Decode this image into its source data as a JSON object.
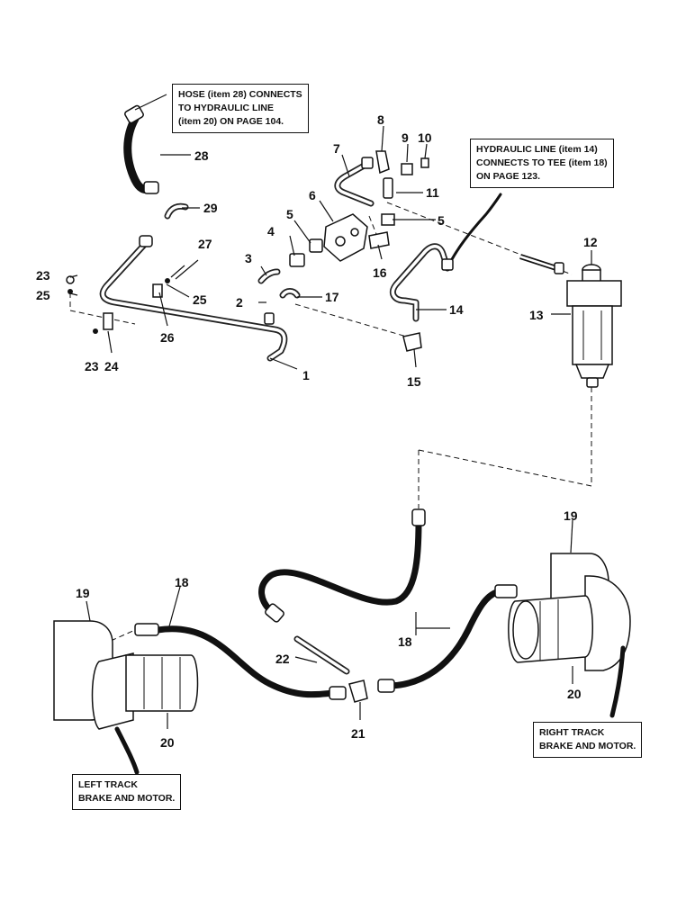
{
  "callouts": {
    "hose_28": [
      "HOSE (item 28) CONNECTS",
      "TO HYDRAULIC LINE",
      "(item 20) ON PAGE 104."
    ],
    "line_14": [
      "HYDRAULIC LINE (item 14)",
      "CONNECTS TO TEE (item 18)",
      "ON PAGE 123."
    ],
    "right_track": [
      "RIGHT TRACK",
      "BRAKE AND MOTOR."
    ],
    "left_track": [
      "LEFT TRACK",
      "BRAKE AND MOTOR."
    ]
  },
  "item_numbers": {
    "n1": "1",
    "n2": "2",
    "n3": "3",
    "n4": "4",
    "n5a": "5",
    "n5b": "5",
    "n6": "6",
    "n7": "7",
    "n8": "8",
    "n9": "9",
    "n10": "10",
    "n11": "11",
    "n12": "12",
    "n13": "13",
    "n14": "14",
    "n15": "15",
    "n16": "16",
    "n17": "17",
    "n18a": "18",
    "n18b": "18",
    "n19a": "19",
    "n19b": "19",
    "n20a": "20",
    "n20b": "20",
    "n21": "21",
    "n22": "22",
    "n23a": "23",
    "n23b": "23",
    "n24": "24",
    "n25a": "25",
    "n25b": "25",
    "n26": "26",
    "n27": "27",
    "n28": "28",
    "n29": "29"
  }
}
